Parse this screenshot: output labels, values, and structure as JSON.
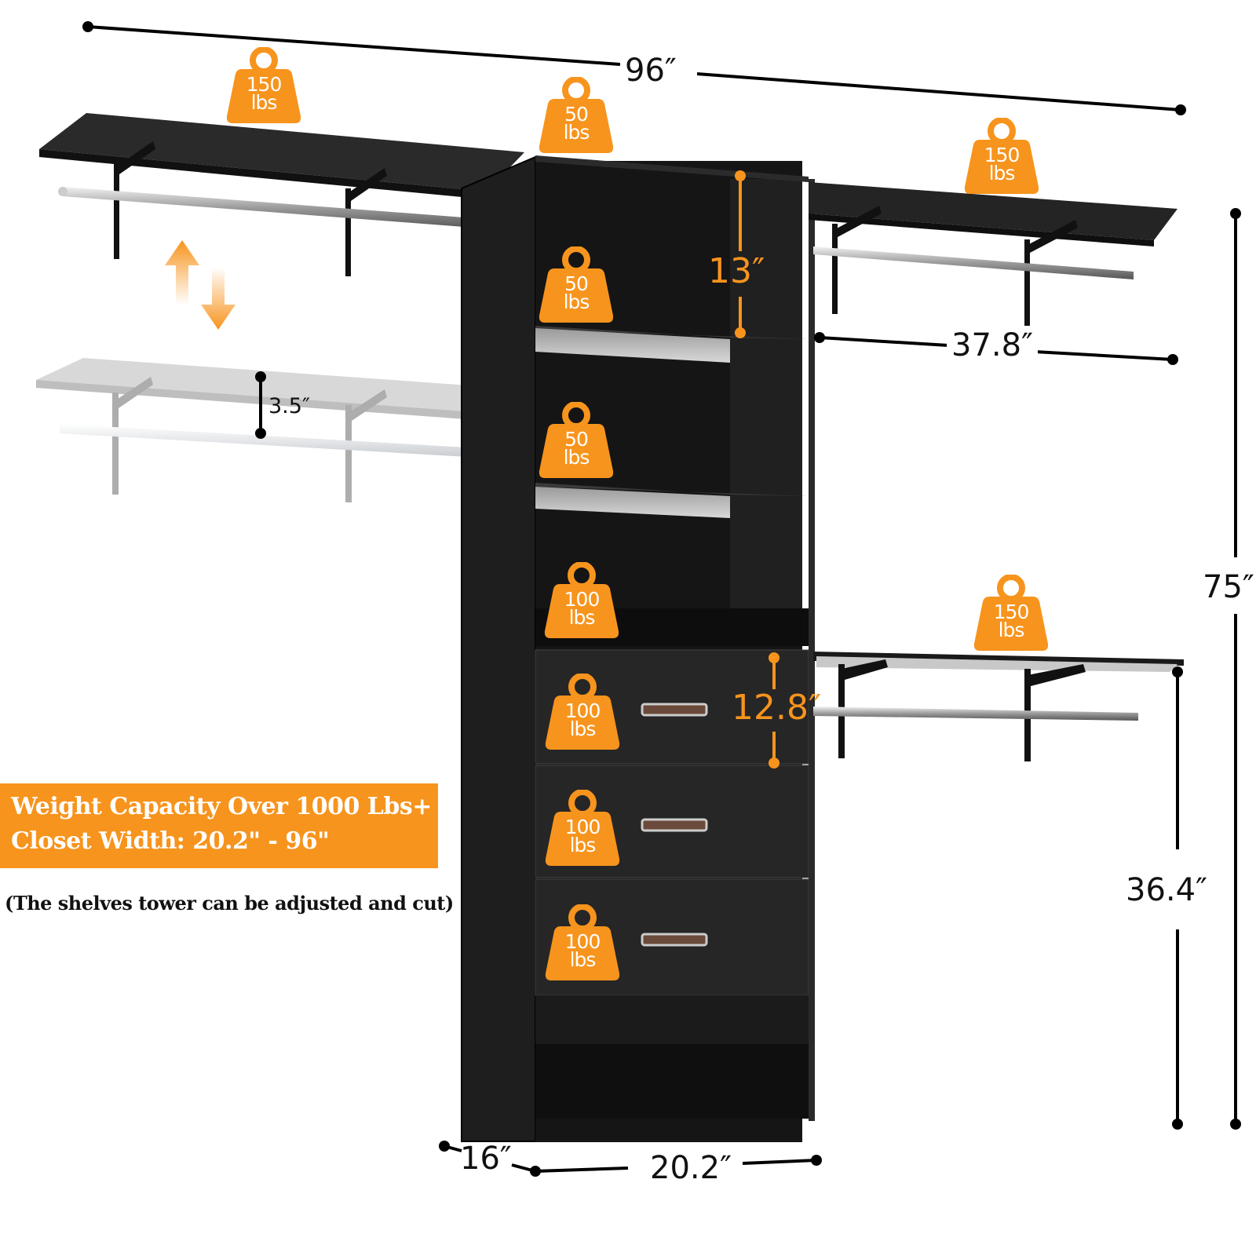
{
  "dimensions": {
    "total_width": "96″",
    "height": "75″",
    "side_width": "37.8″",
    "shelf_gap": "13″",
    "adjust": "3.5″",
    "drawer_height": "12.8″",
    "lower_height": "36.4″",
    "depth": "16″",
    "tower_width": "20.2″"
  },
  "weights": {
    "top_left": [
      "150",
      "lbs"
    ],
    "top_center": [
      "50",
      "lbs"
    ],
    "top_right": [
      "150",
      "lbs"
    ],
    "shelf_1": [
      "50",
      "lbs"
    ],
    "shelf_2": [
      "50",
      "lbs"
    ],
    "open_shelf": [
      "100",
      "lbs"
    ],
    "lower_right": [
      "150",
      "lbs"
    ],
    "drawer_1": [
      "100",
      "lbs"
    ],
    "drawer_2": [
      "100",
      "lbs"
    ],
    "drawer_3": [
      "100",
      "lbs"
    ]
  },
  "banner": {
    "line1": "Weight Capacity Over 1000 Lbs+",
    "line2": "Closet Width: 20.2\" - 96\""
  },
  "note": "(The shelves tower can be adjusted and cut)",
  "colors": {
    "accent": "#f7941d",
    "furniture": "#1a1a1a"
  },
  "icons": {
    "weight": "weight-icon",
    "adjust_arrows": "up-down-arrows-icon"
  }
}
